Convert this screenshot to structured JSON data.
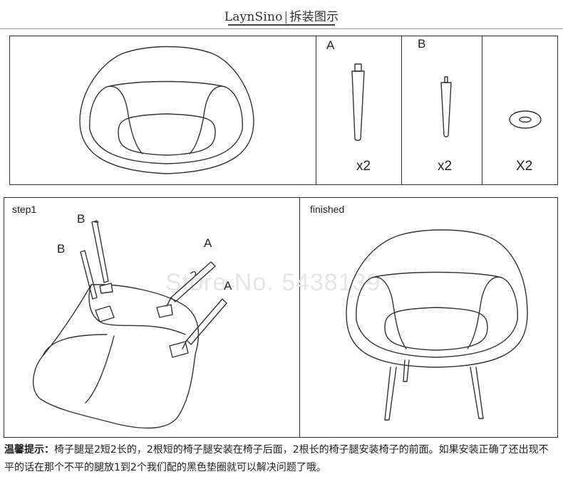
{
  "header": {
    "brand": "LaynSino",
    "separator": "|",
    "title": "拆装图示"
  },
  "parts": [
    {
      "label": "A",
      "count": "x2"
    },
    {
      "label": "B",
      "count": "x2"
    },
    {
      "label": "",
      "count": "X2"
    }
  ],
  "steps": {
    "step1_label": "step1",
    "finished_label": "finished",
    "callouts": [
      "B",
      "B",
      "A",
      "A"
    ]
  },
  "watermark": "Store No. 5438139",
  "note": {
    "title": "温馨提示：",
    "body": "椅子腿是2短2长的，2根短的椅子腿安装在椅子后面，2根长的椅子腿安装椅子的前面。如果安装正确了还出现不平的话在那个不平的腿放1到2个我们配的黑色垫圈就可以解决问题了哦。"
  }
}
